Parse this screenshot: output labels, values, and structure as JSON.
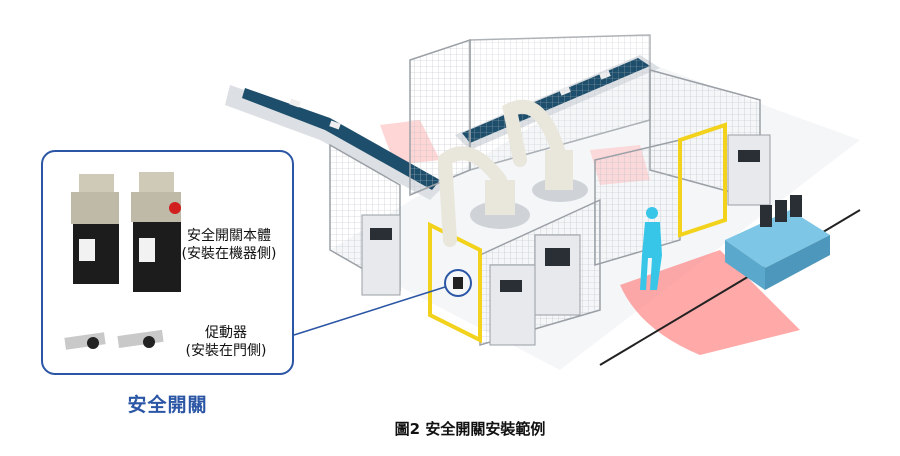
{
  "callout": {
    "switch_body_label_1": "安全開關本體",
    "switch_body_label_2": "(安裝在機器側)",
    "actuator_label_1": "促動器",
    "actuator_label_2": "(安裝在門側)",
    "title": "安全開關"
  },
  "caption": "圖2  安全開關安裝範例",
  "colors": {
    "accent_blue": "#2b56a5",
    "guard_yellow": "#f2d21b",
    "safety_zone_red": "#ff7a7a",
    "operator_cyan": "#37c6e8"
  },
  "icons": [
    "safety-switch-icon",
    "actuator-icon",
    "robot-arm-icon",
    "conveyor-icon",
    "operator-icon",
    "agv-icon"
  ]
}
